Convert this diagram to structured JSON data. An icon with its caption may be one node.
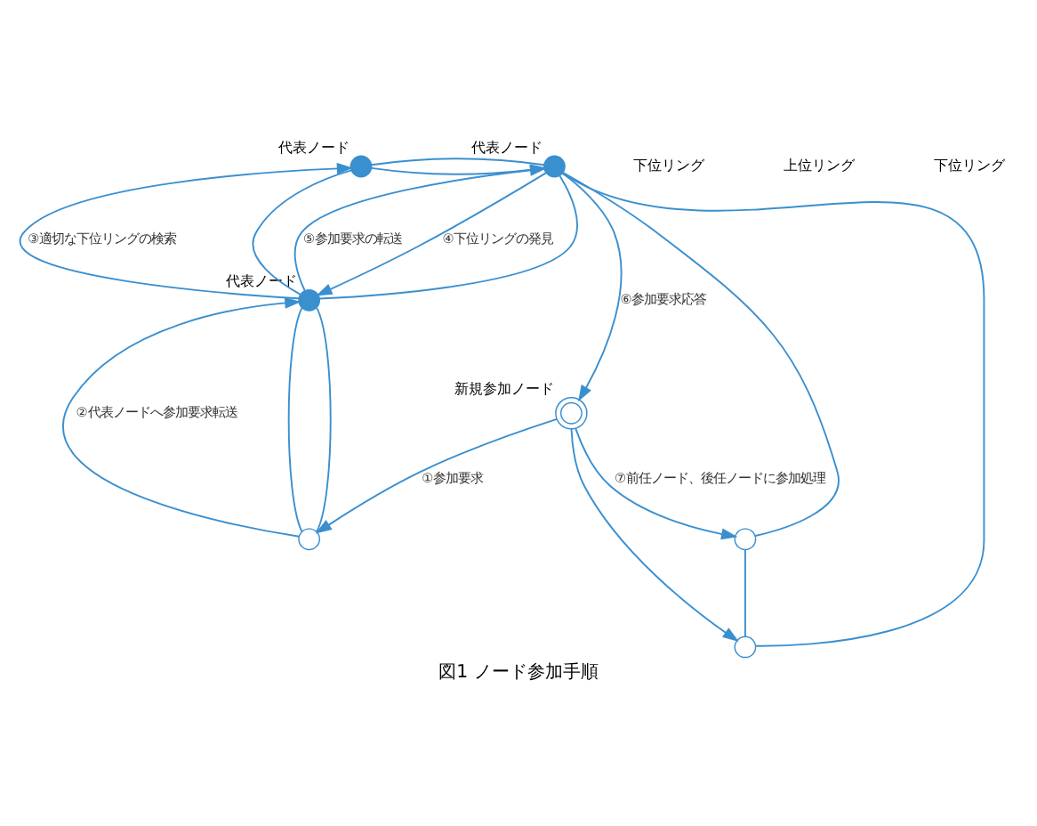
{
  "diagram": {
    "caption": "図1 ノード参加手順",
    "nodes": [
      {
        "text": [],
        "shape": "circle",
        "beside": [
          "代表ノード"
        ]
      },
      {
        "text": [],
        "shape": "circle",
        "beside": [
          "代表ノード"
        ]
      },
      {
        "text": [],
        "shape": "circle",
        "beside": [
          "代表ノード"
        ]
      },
      {
        "text": [],
        "shape": "circle"
      },
      {
        "text": [],
        "shape": "circle"
      },
      {
        "text": [],
        "shape": "circle"
      },
      {
        "text": [],
        "shape": "circle",
        "beside": [
          "新規参加ノード"
        ]
      }
    ],
    "edges": [
      {
        "from": 6,
        "to": 5,
        "arrow": "to",
        "label": "①参加要求"
      },
      {
        "from": 5,
        "to": 2,
        "arrow": "to",
        "label": "②代表ノードへ参加要求転送"
      },
      {
        "from": 2,
        "to": 0,
        "arrow": "to",
        "label": "③適切な下位リングの検索"
      },
      {
        "from": 0,
        "to": 1,
        "arrow": "to"
      },
      {
        "from": 1,
        "to": 2,
        "arrow": "to",
        "label": "④下位リングの発見"
      },
      {
        "from": 2,
        "to": 1,
        "arrow": "to",
        "label": "⑤参加要求の転送"
      },
      {
        "from": 1,
        "to": 6,
        "arrow": "to",
        "label": "⑥参加要求応答"
      },
      {
        "from": 6,
        "to": 3,
        "arrow": "to",
        "label": "⑦前任ノード、後任ノードに参加処理"
      },
      {
        "from": 6,
        "to": 4,
        "arrow": "to"
      },
      {
        "from": 0,
        "to": 1,
        "arrow": "none"
      },
      {
        "from": 1,
        "to": 2,
        "arrow": "none"
      },
      {
        "from": 2,
        "to": 0,
        "arrow": "none"
      },
      {
        "from": 1,
        "to": 3,
        "arrow": "none"
      },
      {
        "from": 3,
        "to": 4,
        "arrow": "none"
      },
      {
        "from": 4,
        "to": 1,
        "arrow": "none"
      },
      {
        "from": 2,
        "to": 5,
        "arrow": "none"
      },
      {
        "from": 5,
        "to": 2,
        "arrow": "none"
      }
    ],
    "labels": [
      "下位リング",
      "上位リング",
      "下位リング"
    ]
  }
}
